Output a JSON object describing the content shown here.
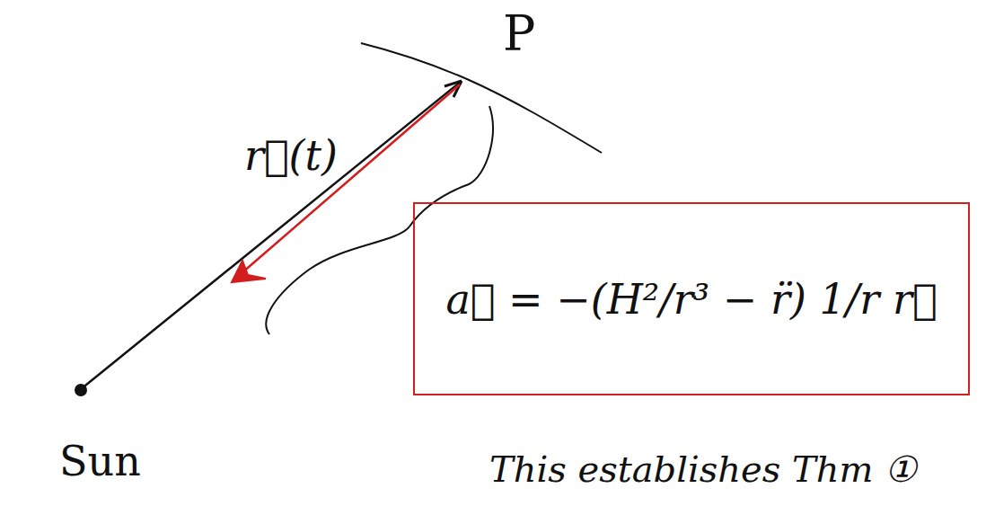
{
  "diagram": {
    "nodes": [
      {
        "text": [
          "a⃗ = −(H²/r³ − r̈) 1/r r⃗"
        ]
      }
    ],
    "labels": [
      "P",
      "r⃗(t)",
      "Sun",
      "This establishes Thm ①"
    ]
  }
}
